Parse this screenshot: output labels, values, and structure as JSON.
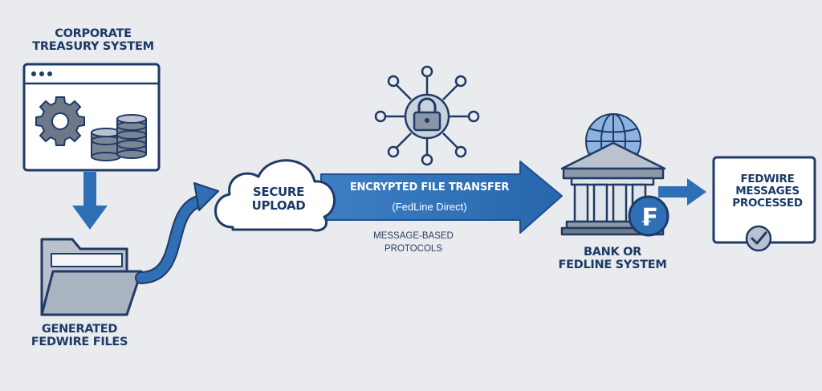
{
  "nodes": {
    "treasury": {
      "title_line1": "CORPORATE",
      "title_line2": "TREASURY SYSTEM"
    },
    "files": {
      "title_line1": "GENERATED",
      "title_line2": "FEDWIRE FILES"
    },
    "upload": {
      "title_line1": "SECURE",
      "title_line2": "UPLOAD"
    },
    "transfer": {
      "title": "ENCRYPTED FILE TRANSFER",
      "subtitle": "(FedLine Direct)"
    },
    "protocols": {
      "line1": "MESSAGE-BASED",
      "line2": "PROTOCOLS"
    },
    "bank": {
      "title_line1": "BANK OR",
      "title_line2": "FEDLINE SYSTEM",
      "badge_glyph": "₣"
    },
    "processed": {
      "title_line1": "FEDWIRE",
      "title_line2": "MESSAGES",
      "title_line3": "PROCESSED"
    }
  },
  "icons": [
    "gear-icon",
    "database-icon",
    "folder-icon",
    "cloud-icon",
    "network-lock-icon",
    "globe-icon",
    "bank-icon",
    "fedwire-badge-icon",
    "check-icon"
  ],
  "colors": {
    "primary": "#2e6fb5",
    "dark": "#1c3a66",
    "background": "#e9ebee",
    "panel": "#ffffff"
  }
}
